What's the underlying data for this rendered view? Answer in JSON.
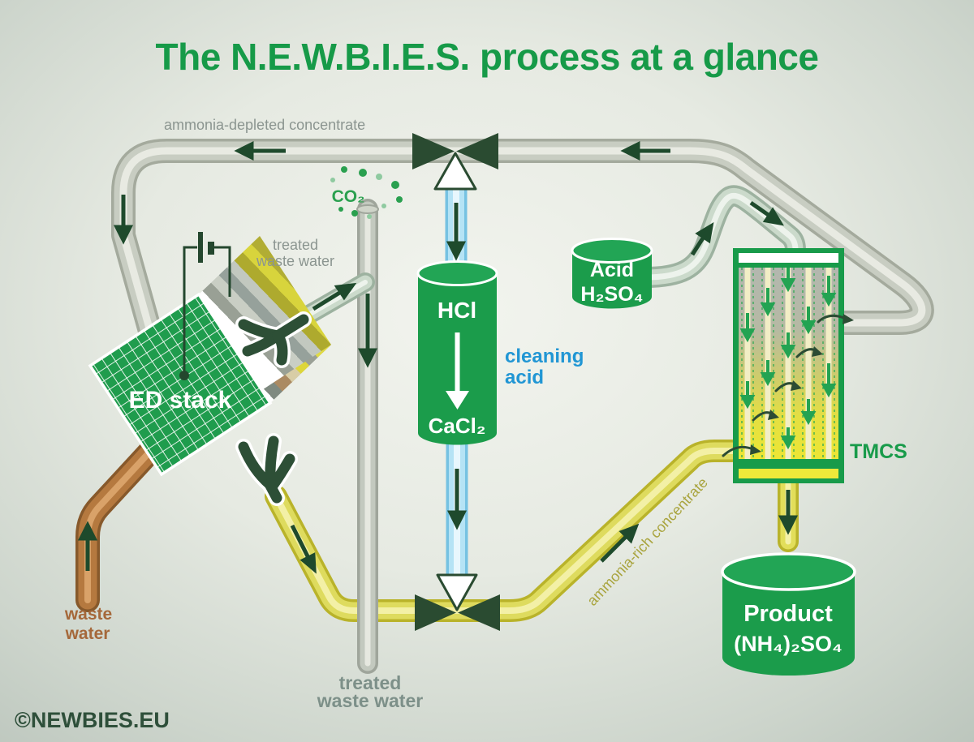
{
  "title": "The N.E.W.B.I.E.S. process at a glance",
  "copyright": "©NEWBIES.EU",
  "colors": {
    "brand_green": "#189b4a",
    "dark_green": "#24472e",
    "arrow_green": "#1e4a2c",
    "tmcs_arrow_green": "#23a352",
    "pipe_gray": "#c8cdc2",
    "pipe_light_green": "#cbdacb",
    "pipe_yellow": "#dedb5e",
    "pipe_blue": "#b5e3f5",
    "pipe_brown": "#b5793f",
    "label_gray": "#8b9590",
    "label_blue": "#2196d4",
    "label_olive": "#a9a43e",
    "label_brown": "#a5683a",
    "label_teal_gray": "#7d9089"
  },
  "labels": {
    "ammonia_depleted": "ammonia-depleted concentrate",
    "co2": "CO₂",
    "treated_top_1": "treated",
    "treated_top_2": "waste water",
    "ed_stack": "ED stack",
    "hcl": "HCl",
    "cacl2": "CaCl₂",
    "cleaning_1": "cleaning",
    "cleaning_2": "acid",
    "acid_1": "Acid",
    "acid_2": "H₂SO₄",
    "tmcs": "TMCS",
    "ammonia_rich": "ammonia-rich concentrate",
    "product_1": "Product",
    "product_2": "(NH₄)₂SO₄",
    "waste_1": "waste",
    "waste_2": "water",
    "treated_bottom_1": "treated",
    "treated_bottom_2": "waste water"
  }
}
